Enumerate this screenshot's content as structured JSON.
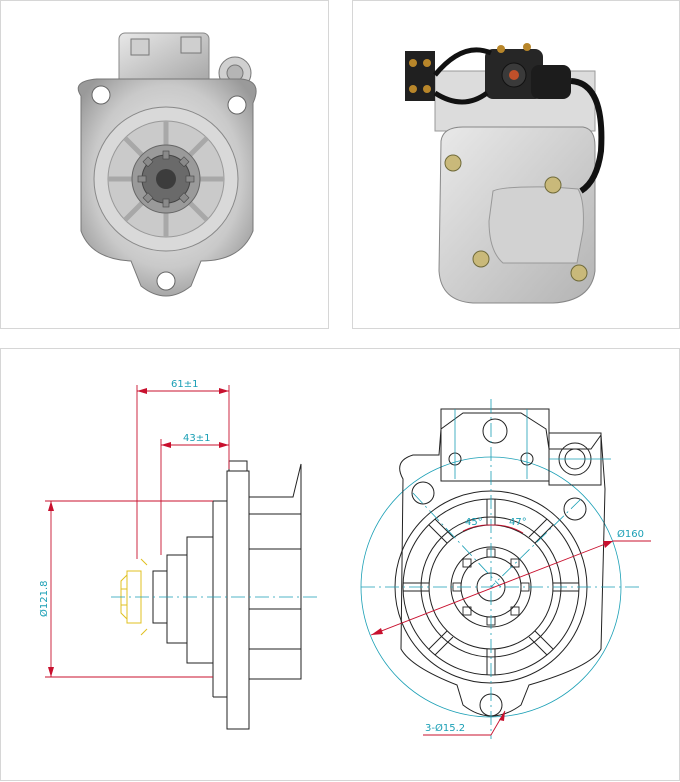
{
  "drawing": {
    "dim_61": "61±1",
    "dim_43": "43±1",
    "dim_121": "Ø121.8",
    "dim_160": "Ø160",
    "dim_holes": "3-Ø15.2",
    "angle_left": "45°",
    "angle_right": "47°"
  },
  "colors": {
    "dimension": "#c8102e",
    "centerline": "#1a9fb5",
    "outline": "#222222",
    "gear": "#e0c020",
    "frame": "#d6d6d6"
  }
}
